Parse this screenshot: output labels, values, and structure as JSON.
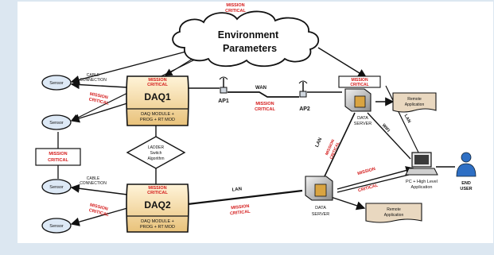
{
  "cloud": {
    "title_line1": "Environment",
    "title_line2": "Parameters",
    "tag_line1": "MISSION",
    "tag_line2": "CRITICAL"
  },
  "sensors": {
    "label": "Sensor"
  },
  "daq1": {
    "title": "DAQ1",
    "tag_line1": "MISSION",
    "tag_line2": "CRITICAL",
    "sub_line1": "DAQ MODULE +",
    "sub_line2": "PROG + RT MOD"
  },
  "daq2": {
    "title": "DAQ2",
    "tag_line1": "MISSION",
    "tag_line2": "CRITICAL",
    "sub_line1": "DAQ MODULE +",
    "sub_line2": "PROG + RT MOD"
  },
  "ladder": {
    "line1": "LADDER",
    "line2": "Switch",
    "line3": "Algorithm"
  },
  "left_tag": {
    "line1": "MISSION",
    "line2": "CRITICAL"
  },
  "conn": {
    "upper_line1": "CABLE",
    "upper_line2": "CONNECTION",
    "lower_line1": "CABLE",
    "lower_line2": "CONNECTION"
  },
  "mission_critical": {
    "line1": "MISSION",
    "line2": "CRITICAL"
  },
  "ap1": "AP1",
  "ap2": "AP2",
  "wan": "WAN",
  "lan_labels": {
    "daq2_link": "LAN",
    "server_link": "LAN",
    "right_link": "LAN",
    "wifi": "WIFI"
  },
  "server_top": {
    "label_line1": "DATA",
    "label_line2": "SERVER",
    "tag_line1": "MISSION",
    "tag_line2": "CRITICAL"
  },
  "server_bottom": {
    "label_line1": "DATA",
    "label_line2": "SERVER"
  },
  "remote_top": {
    "line1": "Remote",
    "line2": "Application"
  },
  "remote_bottom": {
    "line1": "Remote",
    "line2": "Application"
  },
  "pc": {
    "line1": "PC + High Level",
    "line2": "Application"
  },
  "end_user": {
    "line1": "END",
    "line2": "USER"
  },
  "colors": {
    "accent_red": "#d41a1a",
    "daq_fill": "#f6deaa",
    "sensor_fill": "#dde9f6",
    "background": "#ffffff"
  }
}
